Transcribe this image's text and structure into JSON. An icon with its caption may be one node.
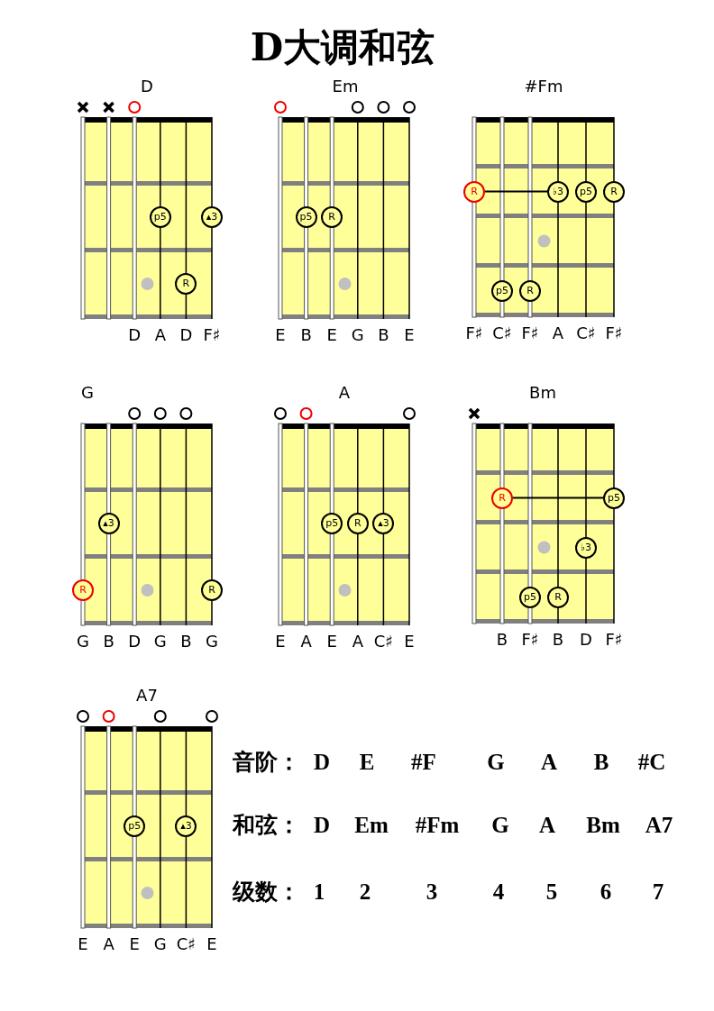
{
  "diagram": {
    "title": "D大调和弦",
    "nodes": [
      {
        "text": [
          "D"
        ],
        "beside": [
          "D",
          "A",
          "D",
          "F♯"
        ]
      },
      {
        "text": [
          "p5"
        ],
        "in": 0
      },
      {
        "text": [
          "▴3"
        ],
        "in": 0
      },
      {
        "text": [
          "R"
        ],
        "in": 0
      },
      {
        "text": [
          "Em"
        ],
        "beside": [
          "E",
          "B",
          "E",
          "G",
          "B",
          "E"
        ]
      },
      {
        "text": [
          "p5"
        ],
        "in": 4
      },
      {
        "text": [
          "R"
        ],
        "in": 4
      },
      {
        "text": [
          "#Fm"
        ],
        "beside": [
          "F♯",
          "C♯",
          "F♯",
          "A",
          "C♯",
          "F♯"
        ]
      },
      {
        "text": [
          "R"
        ],
        "in": 7
      },
      {
        "text": [
          "♭3"
        ],
        "in": 7
      },
      {
        "text": [
          "p5"
        ],
        "in": 7
      },
      {
        "text": [
          "R"
        ],
        "in": 7
      },
      {
        "text": [
          "p5"
        ],
        "in": 7
      },
      {
        "text": [
          "R"
        ],
        "in": 7
      },
      {
        "text": [
          "G"
        ],
        "beside": [
          "G",
          "B",
          "D",
          "G",
          "B",
          "G"
        ]
      },
      {
        "text": [
          "▴3"
        ],
        "in": 14
      },
      {
        "text": [
          "R"
        ],
        "in": 14
      },
      {
        "text": [
          "R"
        ],
        "in": 14
      },
      {
        "text": [
          "A"
        ],
        "beside": [
          "E",
          "A",
          "E",
          "A",
          "C♯",
          "E"
        ]
      },
      {
        "text": [
          "p5"
        ],
        "in": 18
      },
      {
        "text": [
          "R"
        ],
        "in": 18
      },
      {
        "text": [
          "▴3"
        ],
        "in": 18
      },
      {
        "text": [
          "Bm"
        ],
        "beside": [
          "B",
          "F♯",
          "B",
          "D",
          "F♯"
        ]
      },
      {
        "text": [
          "R"
        ],
        "in": 22
      },
      {
        "text": [
          "p5"
        ],
        "in": 22
      },
      {
        "text": [
          "♭3"
        ],
        "in": 22
      },
      {
        "text": [
          "p5"
        ],
        "in": 22
      },
      {
        "text": [
          "R"
        ],
        "in": 22
      },
      {
        "text": [
          "A7"
        ],
        "beside": [
          "E",
          "A",
          "E",
          "G",
          "C♯",
          "E"
        ]
      },
      {
        "text": [
          "p5"
        ],
        "in": 28
      },
      {
        "text": [
          "▴3"
        ],
        "in": 28
      }
    ],
    "edges": [
      {
        "from": 8,
        "to": 9,
        "arrow": "none"
      },
      {
        "from": 23,
        "to": 24,
        "arrow": "none"
      }
    ],
    "labels": [
      "音阶：",
      "D",
      "E",
      "#F",
      "G",
      "A",
      "B",
      "#C",
      "和弦：",
      "D",
      "Em",
      "#Fm",
      "G",
      "A",
      "Bm",
      "A7",
      "级数：",
      "1",
      "2",
      "3",
      "4",
      "5",
      "6",
      "7"
    ]
  }
}
